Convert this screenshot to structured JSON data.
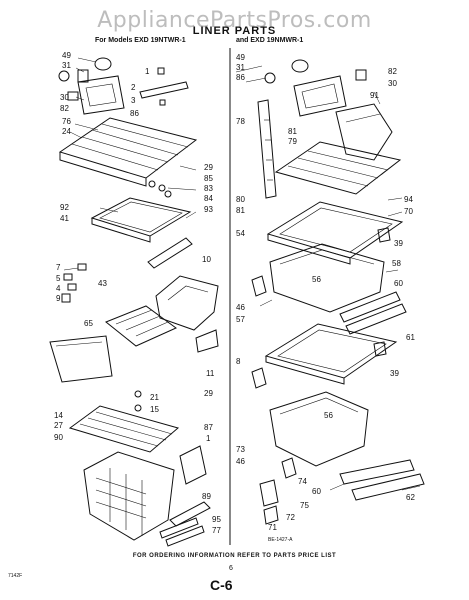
{
  "watermark": "AppliancePartsPros.com",
  "title": "LINER PARTS",
  "models_left": "For Models EXD 19NTWR-1",
  "models_right": "and EXD 19NMWR-1",
  "footer_note": "FOR ORDERING INFORMATION REFER TO PARTS PRICE LIST",
  "page_number": "6",
  "page_code": "C-6",
  "image_code": "7142F",
  "diagram_ref": "BE-1427-A",
  "labels": {
    "l49a": "49",
    "l31a": "31",
    "l1a": "1",
    "l2a": "2",
    "l3a": "3",
    "l30a": "30",
    "l82a": "82",
    "l86a": "86",
    "l76": "76",
    "l24": "24",
    "l29a": "29",
    "l85": "85",
    "l83": "83",
    "l84": "84",
    "l93": "93",
    "l92": "92",
    "l41": "41",
    "l10": "10",
    "l7": "7",
    "l5": "5",
    "l4": "4",
    "l9": "9",
    "l43": "43",
    "l65": "65",
    "l11": "11",
    "l21": "21",
    "l15": "15",
    "l14": "14",
    "l27": "27",
    "l90": "90",
    "l29b": "29",
    "l87": "87",
    "l1b": "1",
    "l89": "89",
    "l95": "95",
    "l77": "77",
    "l49b": "49",
    "l31b": "31",
    "l86b": "86",
    "l82b": "82",
    "l30b": "30",
    "l91": "91",
    "l78": "78",
    "l81a": "81",
    "l79": "79",
    "l80": "80",
    "l81b": "81",
    "l94": "94",
    "l70": "70",
    "l54": "54",
    "l39a": "39",
    "l58": "58",
    "l56a": "56",
    "l60a": "60",
    "l46a": "46",
    "l57": "57",
    "l61": "61",
    "l8": "8",
    "l39b": "39",
    "l56b": "56",
    "l73": "73",
    "l46b": "46",
    "l60b": "60",
    "l74": "74",
    "l75": "75",
    "l72": "72",
    "l71": "71",
    "l62": "62"
  }
}
